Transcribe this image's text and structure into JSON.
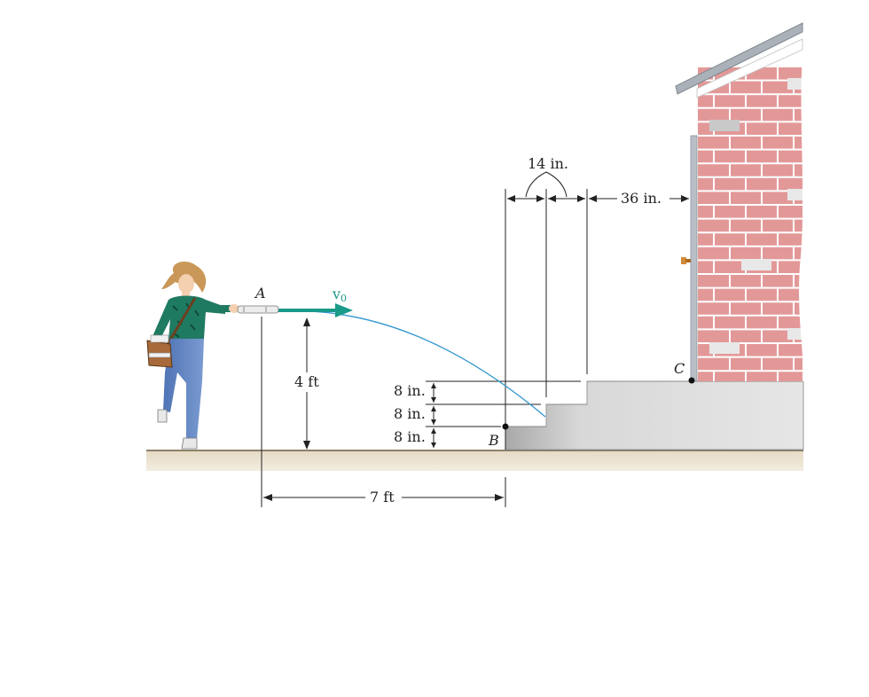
{
  "labels": {
    "point_a": "A",
    "point_b": "B",
    "point_c": "C",
    "velocity": "v",
    "velocity_sub": "0"
  },
  "dimensions": {
    "height_4ft": "4 ft",
    "horizontal_7ft": "7 ft",
    "riser_1": "8 in.",
    "riser_2": "8 in.",
    "riser_3": "8 in.",
    "tread": "14 in.",
    "landing": "36 in."
  },
  "colors": {
    "velocity_arrow": "#1a9a8a",
    "trajectory": "#3a9ad0",
    "brick": "#e08c8c",
    "mortar": "#ffffff",
    "roof": "#a9b0b8",
    "ground": "#d9cdb3",
    "steps": "#dcdcdc"
  },
  "icons": {
    "figure": "person-throwing-icon",
    "bag": "newspaper-bag-icon",
    "doorknob": "doorknob-icon"
  }
}
